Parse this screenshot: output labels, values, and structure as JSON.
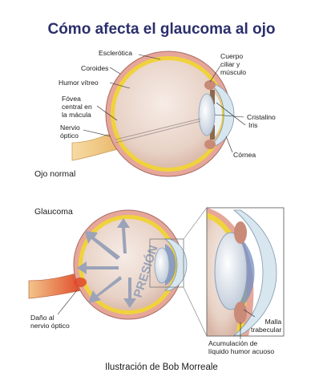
{
  "title": "Cómo afecta el glaucoma al ojo",
  "normal_eye": {
    "caption": "Ojo normal",
    "labels": {
      "sclera": "Esclerótica",
      "choroid": "Coroides",
      "vitreous": "Humor vítreo",
      "fovea": "Fóvea\ncentral en\nla mácula",
      "optic_nerve": "Nervio\nóptico",
      "ciliary": "Cuerpo\nciliar y\nmúsculo",
      "iris": "Iris",
      "lens": "Cristalino",
      "cornea": "Córnea"
    }
  },
  "glaucoma_eye": {
    "caption": "Glaucoma",
    "pressure_word": "PRESIÓN",
    "labels": {
      "nerve_damage": "Daño al\nnervio óptico",
      "trabecular": "Malla\ntrabecular",
      "fluid": "Acumulación de\nlíquido humor acuoso"
    }
  },
  "credit": "Ilustración de Bob Morreale",
  "colors": {
    "title": "#2b2f6b",
    "sclera": "#e6a79a",
    "choroid": "#f0d23c",
    "vitreous": "#ecd9cf",
    "nerve": "#f0c88a",
    "damage": "#e04a2a",
    "fluid": "#6f8fc6",
    "arrow": "#9aa3b8"
  }
}
